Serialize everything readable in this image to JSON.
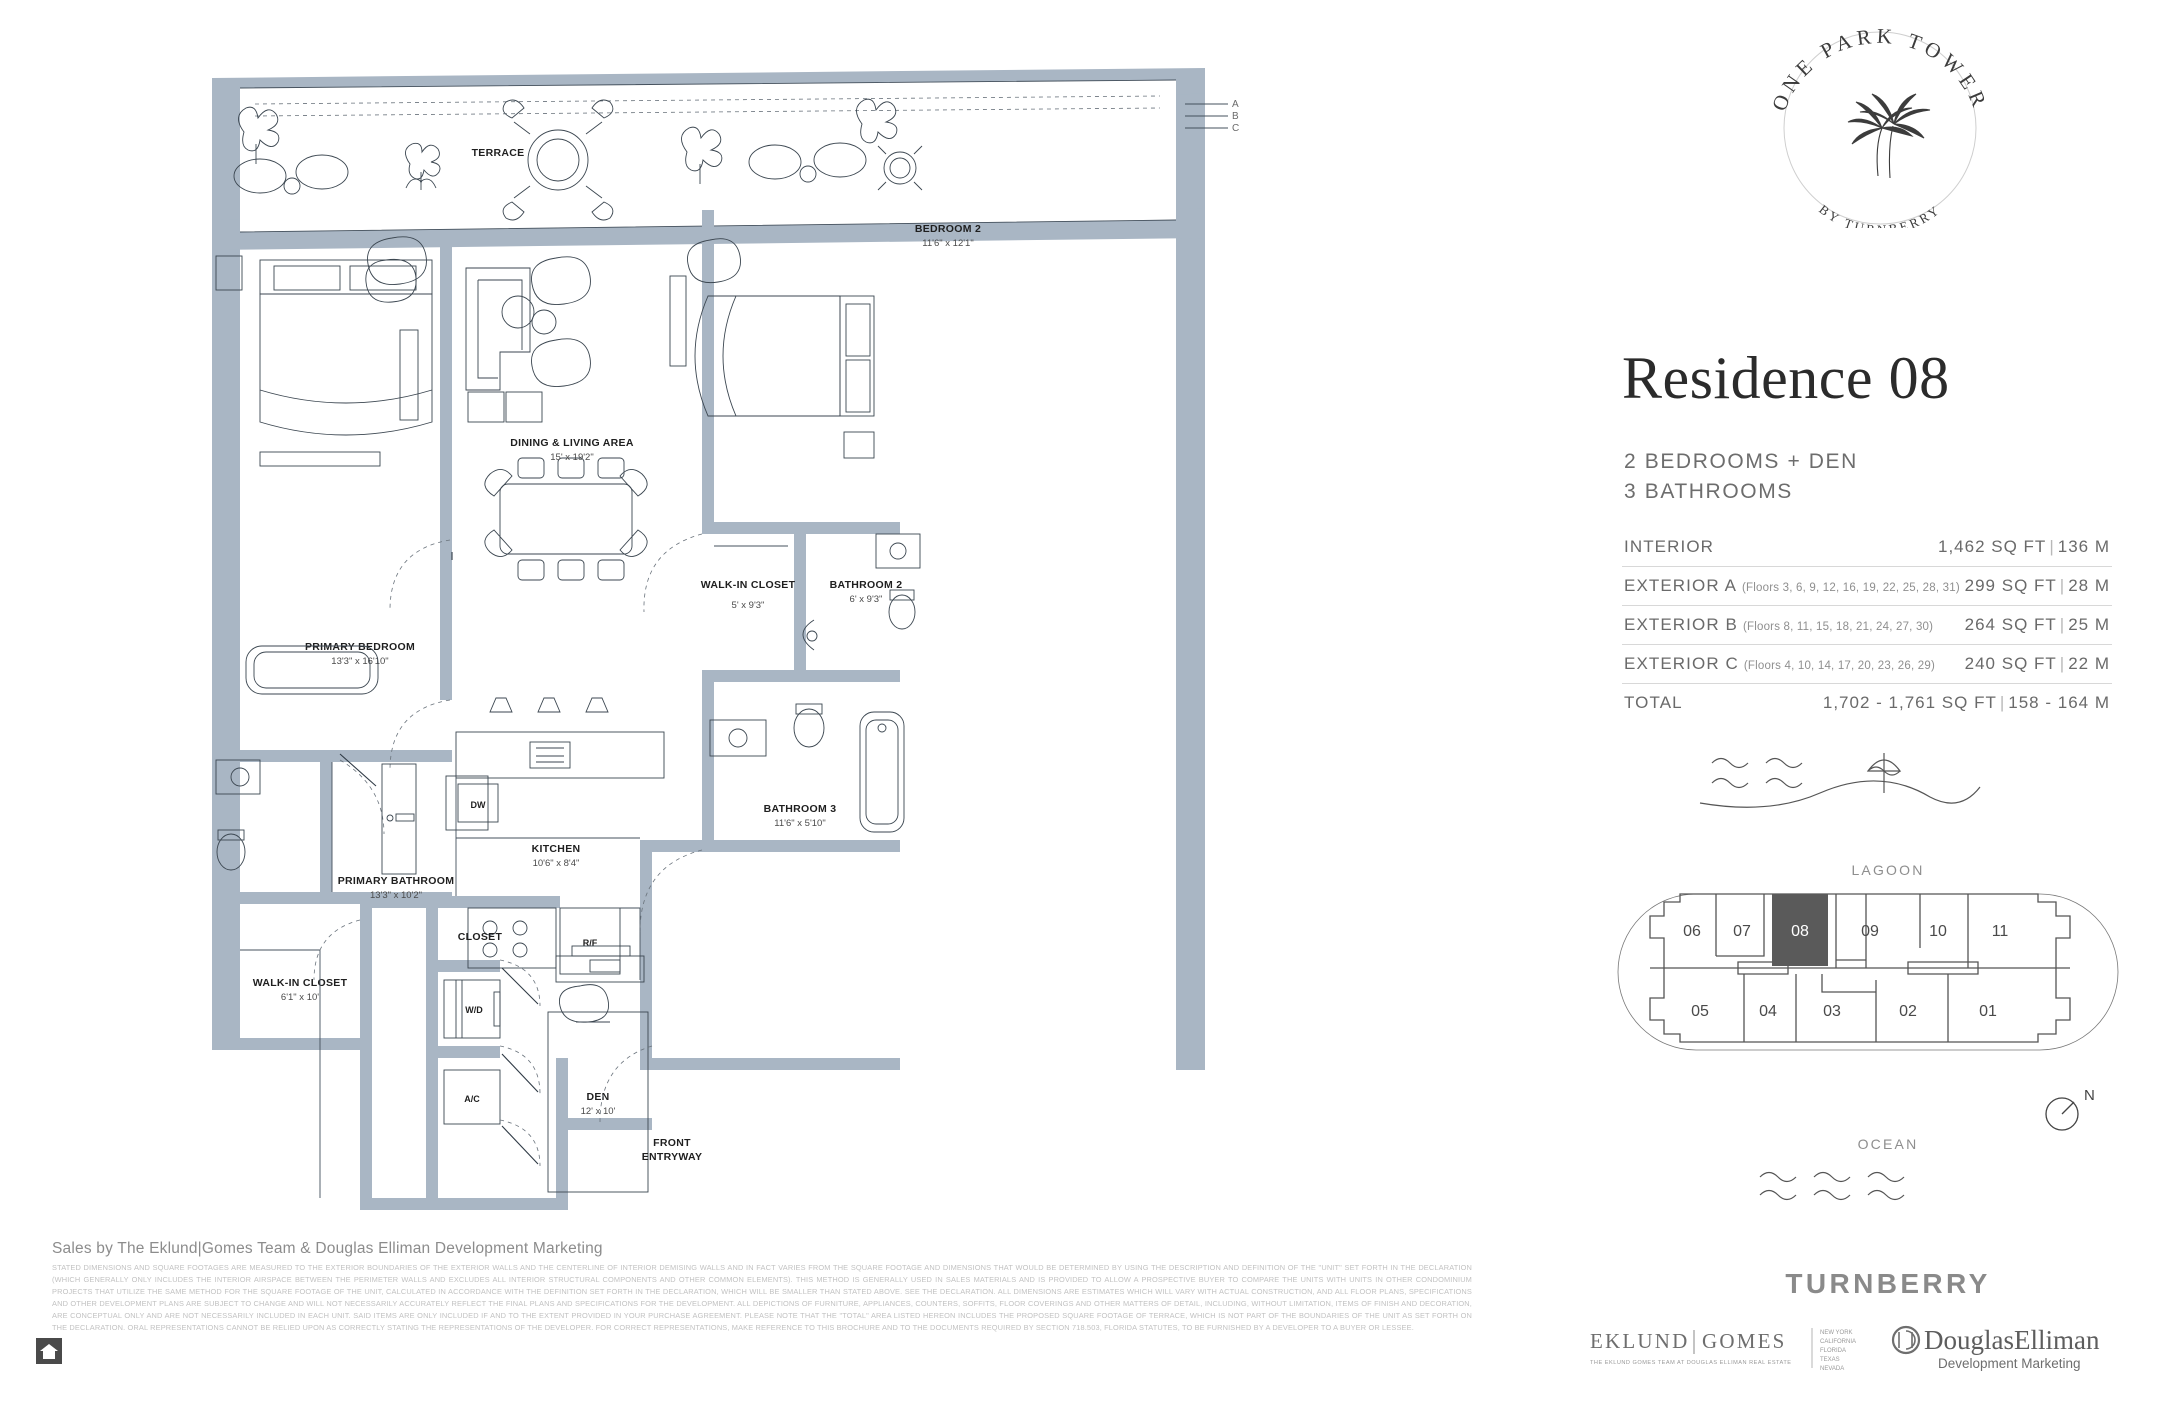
{
  "brand": {
    "logo_top": "ONE PARK TOWER",
    "logo_bottom": "BY TURNBERRY",
    "logo_icon": "palm-trees-icon",
    "turnberry": "TURNBERRY",
    "eklund": "EKLUND",
    "gomes": "GOMES",
    "eklund_tagline": "THE EKLUND GOMES TEAM AT DOUGLAS ELLIMAN REAL ESTATE",
    "eklund_markets": [
      "NEW YORK",
      "CALIFORNIA",
      "FLORIDA",
      "TEXAS",
      "NEVADA"
    ],
    "douglas_elliman": "DouglasElliman",
    "douglas_elliman_sub": "Development Marketing"
  },
  "residence": {
    "title": "Residence 08",
    "bedrooms_line": "2 BEDROOMS + DEN",
    "bathrooms_line": "3 BATHROOMS"
  },
  "spec_table": {
    "rows": [
      {
        "label": "INTERIOR",
        "note": "",
        "value": "1,462 SQ FT",
        "metric": "136 M"
      },
      {
        "label": "EXTERIOR A",
        "note": "(Floors 3, 6, 9, 12, 16, 19, 22, 25, 28, 31)",
        "value": "299 SQ FT",
        "metric": "28 M"
      },
      {
        "label": "EXTERIOR B",
        "note": "(Floors 8, 11, 15, 18, 21, 24, 27, 30)",
        "value": "264 SQ FT",
        "metric": "25 M"
      },
      {
        "label": "EXTERIOR C",
        "note": "(Floors 4, 10, 14, 17, 20, 23, 26, 29)",
        "value": "240 SQ FT",
        "metric": "22 M"
      },
      {
        "label": "TOTAL",
        "note": "",
        "value": "1,702 - 1,761 SQ FT",
        "metric": "158 - 164 M"
      }
    ]
  },
  "orientation": {
    "lagoon": "LAGOON",
    "ocean": "OCEAN",
    "north": "N"
  },
  "key_plan": {
    "highlighted_unit": "08",
    "top_row": [
      "06",
      "07",
      "08",
      "09",
      "10",
      "11"
    ],
    "bottom_row": [
      "05",
      "04",
      "03",
      "02",
      "01"
    ],
    "highlight_color": "#5a5a5a"
  },
  "floor_plan": {
    "exposure_markers": [
      "A",
      "B",
      "C"
    ],
    "rooms": [
      {
        "name": "TERRACE",
        "dim": ""
      },
      {
        "name": "PRIMARY BEDROOM",
        "dim": "13'3\" x 16'10\""
      },
      {
        "name": "DINING & LIVING AREA",
        "dim": "15' x 19'2\""
      },
      {
        "name": "BEDROOM 2",
        "dim": "11'6\" x 12'1\""
      },
      {
        "name": "WALK-IN CLOSET",
        "dim": "5' x 9'3\""
      },
      {
        "name": "BATHROOM 2",
        "dim": "6' x 9'3\""
      },
      {
        "name": "PRIMARY BATHROOM",
        "dim": "13'3\" x 10'2\""
      },
      {
        "name": "KITCHEN",
        "dim": "10'6\" x 8'4\""
      },
      {
        "name": "BATHROOM 3",
        "dim": "11'6\" x 5'10\""
      },
      {
        "name": "CLOSET",
        "dim": ""
      },
      {
        "name": "WALK-IN CLOSET",
        "dim": "6'1\" x 10'"
      },
      {
        "name": "DEN",
        "dim": "12' x 10'"
      },
      {
        "name": "FRONT ENTRYWAY",
        "dim": ""
      }
    ],
    "appliance_labels": [
      "DW",
      "R/F",
      "W/D",
      "A/C"
    ],
    "wall_color": "#a9b6c4"
  },
  "footer": {
    "sales_by": "Sales by The Eklund|Gomes Team & Douglas Elliman Development Marketing",
    "disclaimer": "STATED DIMENSIONS AND SQUARE FOOTAGES ARE MEASURED TO THE EXTERIOR BOUNDARIES OF THE EXTERIOR WALLS AND THE CENTERLINE OF INTERIOR DEMISING WALLS AND IN FACT VARIES FROM THE SQUARE FOOTAGE AND DIMENSIONS THAT WOULD BE DETERMINED BY USING THE DESCRIPTION AND DEFINITION OF THE \"UNIT\" SET FORTH IN THE DECLARATION (WHICH GENERALLY ONLY INCLUDES THE INTERIOR AIRSPACE BETWEEN THE PERIMETER WALLS AND EXCLUDES ALL INTERIOR STRUCTURAL COMPONENTS AND OTHER COMMON ELEMENTS). THIS METHOD IS GENERALLY USED IN SALES MATERIALS AND IS PROVIDED TO ALLOW A PROSPECTIVE BUYER TO COMPARE THE UNITS WITH UNITS IN OTHER CONDOMINIUM PROJECTS THAT UTILIZE THE SAME METHOD FOR THE SQUARE FOOTAGE OF THE UNIT, CALCULATED IN ACCORDANCE WITH THE DEFINITION SET FORTH IN THE DECLARATION, WHICH WILL BE SMALLER THAN STATED ABOVE. SEE THE DECLARATION. ALL DIMENSIONS ARE ESTIMATES WHICH WILL VARY WITH ACTUAL CONSTRUCTION, AND ALL FLOOR PLANS, SPECIFICATIONS AND OTHER DEVELOPMENT PLANS ARE SUBJECT TO CHANGE AND WILL NOT NECESSARILY ACCURATELY REFLECT THE FINAL PLANS AND SPECIFICATIONS FOR THE DEVELOPMENT. ALL DEPICTIONS OF FURNITURE, APPLIANCES, COUNTERS, SOFFITS, FLOOR COVERINGS AND OTHER MATTERS OF DETAIL, INCLUDING, WITHOUT LIMITATION, ITEMS OF FINISH AND DECORATION, ARE CONCEPTUAL ONLY AND ARE NOT NECESSARILY INCLUDED IN EACH UNIT. SAID ITEMS ARE ONLY INCLUDED IF AND TO THE EXTENT PROVIDED IN YOUR PURCHASE AGREEMENT. PLEASE NOTE THAT THE \"TOTAL\" AREA LISTED HEREON INCLUDES THE PROPOSED SQUARE FOOTAGE OF TERRACE, WHICH IS NOT PART OF THE BOUNDARIES OF THE UNIT AS SET FORTH ON THE DECLARATION. ORAL REPRESENTATIONS CANNOT BE RELIED UPON AS CORRECTLY STATING THE REPRESENTATIONS OF THE DEVELOPER. FOR CORRECT REPRESENTATIONS, MAKE REFERENCE TO THIS BROCHURE AND TO THE DOCUMENTS REQUIRED BY SECTION 718.503, FLORIDA STATUTES, TO BE FURNISHED BY A DEVELOPER TO A BUYER OR LESSEE.",
    "equal_housing_icon": "equal-housing-opportunity-icon"
  }
}
